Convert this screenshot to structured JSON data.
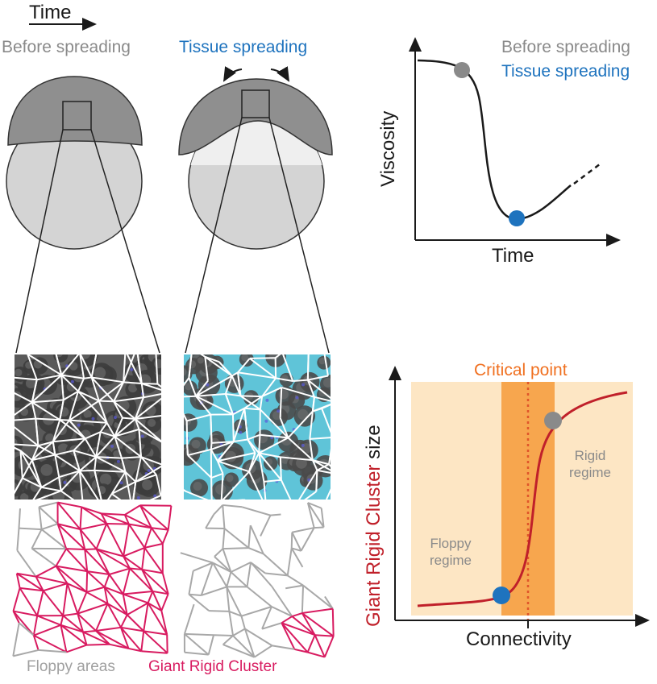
{
  "header": {
    "time_label": "Time"
  },
  "embryos": {
    "before_label": "Before spreading",
    "spreading_label": "Tissue spreading"
  },
  "viscosity_plot": {
    "legend_before": "Before spreading",
    "legend_spreading": "Tissue spreading",
    "ylabel": "Viscosity",
    "xlabel": "Time"
  },
  "rigidity_plot": {
    "critical_point_label": "Critical point",
    "floppy_regime_label": "Floppy\nregime",
    "rigid_regime_label": "Rigid\nregime",
    "xlabel": "Connectivity",
    "ylabel_red": "Giant Rigid Cluster",
    "ylabel_dark": " size"
  },
  "legend": {
    "floppy_areas": "Floppy areas",
    "giant_rigid_cluster": "Giant Rigid Cluster"
  },
  "colors": {
    "before_gray": "#8a8a8a",
    "spreading_blue": "#1e73be",
    "critical_orange": "#f07020",
    "rigid_red": "#c0202a",
    "cluster_magenta": "#d81b60",
    "medium_cyan": "#5fc4d8"
  }
}
